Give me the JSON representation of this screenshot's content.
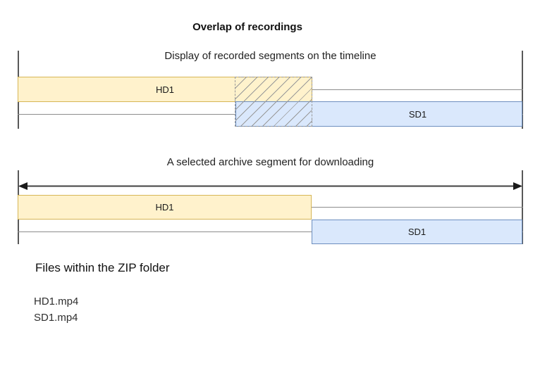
{
  "page": {
    "title": "Overlap of recordings"
  },
  "colors": {
    "hd_fill": "#fff2cc",
    "hd_stroke": "#d6b656",
    "sd_fill": "#dae8fc",
    "sd_stroke": "#6c8ebf",
    "track_line": "#8c8c8c",
    "edge_line": "#595959",
    "hatch_line": "#999999",
    "arrow": "#404040"
  },
  "recorded_segments_diagram": {
    "subtitle": "Display of recorded segments on the timeline",
    "hd_segment_label": "HD1",
    "sd_segment_label": "SD1"
  },
  "selected_segment_diagram": {
    "subtitle": "A selected archive segment for downloading",
    "hd_segment_label": "HD1",
    "sd_segment_label": "SD1"
  },
  "files_section": {
    "heading": "Files within the ZIP folder",
    "files": [
      "HD1.mp4",
      "SD1.mp4"
    ]
  }
}
